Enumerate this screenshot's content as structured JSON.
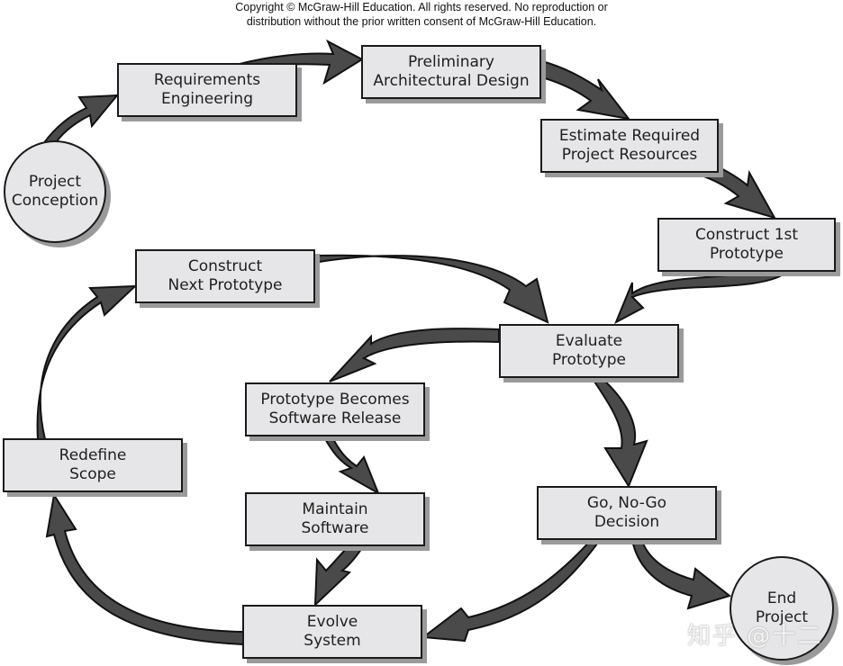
{
  "copyright": {
    "line1": "Copyright © McGraw-Hill Education. All rights reserved. No reproduction or",
    "line2": "distribution without the prior written consent of McGraw-Hill Education."
  },
  "colors": {
    "arrow_fill": "#4a4a4a",
    "arrow_stroke": "#111111",
    "box_fill": "#e6e6e8",
    "box_border": "#1a1a1a",
    "shadow": "#9a9a9a"
  },
  "nodes": {
    "project_conception": "Project\nConception",
    "requirements_engineering": "Requirements\nEngineering",
    "preliminary_architectural_design": "Preliminary\nArchitectural Design",
    "estimate_required_resources": "Estimate Required\nProject Resources",
    "construct_first_prototype": "Construct 1st\nPrototype",
    "construct_next_prototype": "Construct\nNext Prototype",
    "evaluate_prototype": "Evaluate\nPrototype",
    "prototype_becomes_release": "Prototype Becomes\nSoftware Release",
    "redefine_scope": "Redefine\nScope",
    "go_no_go_decision": "Go, No-Go\nDecision",
    "maintain_software": "Maintain\nSoftware",
    "evolve_system": "Evolve\nSystem",
    "end_project": "End\nProject"
  },
  "edges": [
    [
      "Project Conception",
      "Requirements Engineering"
    ],
    [
      "Requirements Engineering",
      "Preliminary Architectural Design"
    ],
    [
      "Preliminary Architectural Design",
      "Estimate Required Project Resources"
    ],
    [
      "Estimate Required Project Resources",
      "Construct 1st Prototype"
    ],
    [
      "Construct 1st Prototype",
      "Evaluate Prototype"
    ],
    [
      "Construct Next Prototype",
      "Evaluate Prototype"
    ],
    [
      "Evaluate Prototype",
      "Prototype Becomes Software Release"
    ],
    [
      "Evaluate Prototype",
      "Go, No-Go Decision"
    ],
    [
      "Prototype Becomes Software Release",
      "Maintain Software"
    ],
    [
      "Maintain Software",
      "Evolve System"
    ],
    [
      "Go, No-Go Decision",
      "Evolve System"
    ],
    [
      "Go, No-Go Decision",
      "End Project"
    ],
    [
      "Evolve System",
      "Redefine Scope"
    ],
    [
      "Redefine Scope",
      "Construct Next Prototype"
    ]
  ],
  "watermark": "知乎 @十二"
}
